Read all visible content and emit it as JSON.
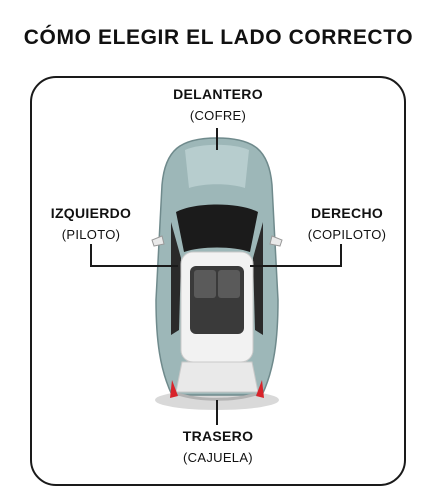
{
  "title": "CÓMO ELEGIR EL LADO CORRECTO",
  "labels": {
    "front": {
      "main": "DELANTERO",
      "sub": "(COFRE)"
    },
    "left": {
      "main": "IZQUIERDO",
      "sub": "(PILOTO)"
    },
    "right": {
      "main": "DERECHO",
      "sub": "(COPILOTO)"
    },
    "rear": {
      "main": "TRASERO",
      "sub": "(CAJUELA)"
    }
  },
  "colors": {
    "body": "#9db7b8",
    "roof": "#f2f2f2",
    "glass": "#1b1b1b",
    "taillight": "#d8232a",
    "line": "#1a1a1a"
  }
}
